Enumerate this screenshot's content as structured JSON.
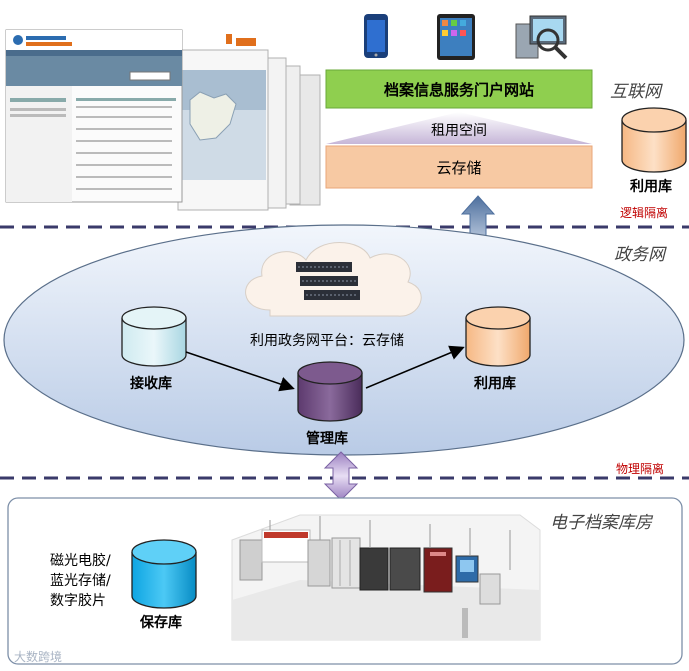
{
  "zones": {
    "internet": "互联网",
    "gov_network": "政务网",
    "archive_room": "电子档案库房"
  },
  "separators": {
    "logical": "逻辑隔离",
    "physical": "物理隔离"
  },
  "portal": {
    "title": "档案信息服务门户网站",
    "rent": "租用空间",
    "cloud": "云存储"
  },
  "databases": {
    "use_internet": "利用库",
    "receive": "接收库",
    "manage": "管理库",
    "use_gov": "利用库",
    "preserve": "保存库"
  },
  "platform": "利用政务网平台：云存储",
  "media": [
    "磁光电胶/",
    "蓝光存储/",
    "数字胶片"
  ],
  "watermark": "大数跨境",
  "colors": {
    "portal_green": "#8fcf4f",
    "cloud_orange": "#f7c9a3",
    "dashed_line": "#3a3a6a",
    "separator_red": "#c00000"
  }
}
